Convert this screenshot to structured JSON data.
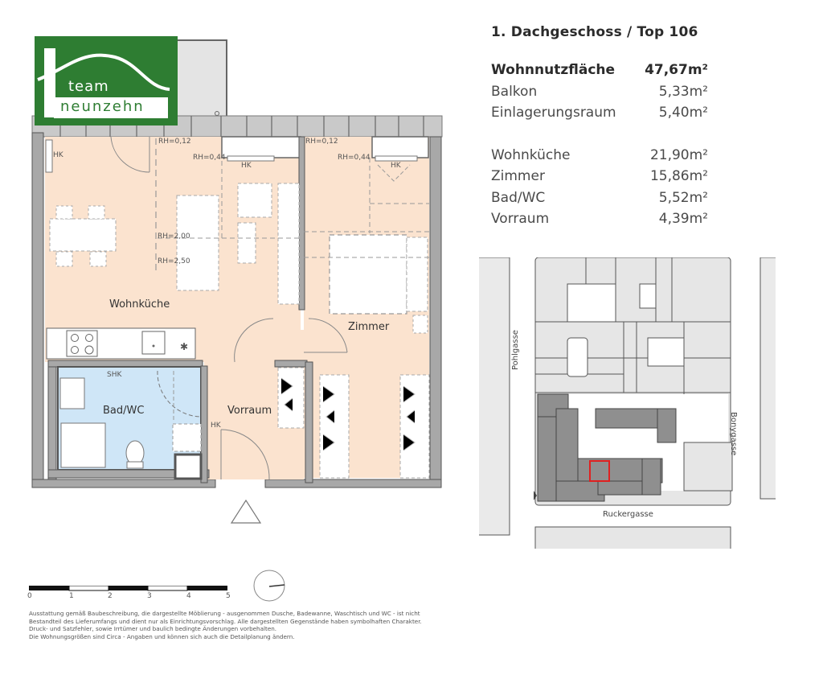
{
  "header": {
    "title": "1. Dachgeschoss / Top 106"
  },
  "logo": {
    "line1": "team",
    "line2": "neunzehn",
    "brand_color": "#2e7d32"
  },
  "areas": {
    "summary": [
      {
        "label": "Wohnnutzfläche",
        "value": "47,67m²",
        "bold": true
      },
      {
        "label": "Balkon",
        "value": "5,33m²"
      },
      {
        "label": "Einlagerungsraum",
        "value": "5,40m²"
      }
    ],
    "rooms": [
      {
        "label": "Wohnküche",
        "value": "21,90m²"
      },
      {
        "label": "Zimmer",
        "value": "15,86m²"
      },
      {
        "label": "Bad/WC",
        "value": "5,52m²"
      },
      {
        "label": "Vorraum",
        "value": "4,39m²"
      }
    ]
  },
  "floorplan": {
    "rooms": {
      "wohnkueche": "Wohnküche",
      "zimmer": "Zimmer",
      "bad": "Bad/WC",
      "vorraum": "Vorraum"
    },
    "annotations": {
      "hk1": "HK",
      "hk2": "HK",
      "hk3": "HK",
      "hk4": "HK",
      "shk": "SHK",
      "rh012a": "RH=0,12",
      "rh012b": "RH=0,12",
      "rh044a": "RH=0,44",
      "rh044b": "RH=0,44",
      "rh200": "RH=2,00",
      "rh250": "RH=2,50"
    },
    "colors": {
      "floor": "#fbe3cf",
      "bath": "#cfe6f7",
      "wall": "#9a9a9a",
      "balcony": "#c8c8c8"
    }
  },
  "site_plan": {
    "streets": {
      "west": "Pohlgasse",
      "east": "Bonygasse",
      "south": "Ruckergasse"
    },
    "highlight_color": "#e02020"
  },
  "scale_bar": {
    "ticks": [
      "0",
      "1",
      "2",
      "3",
      "4",
      "5"
    ]
  },
  "disclaimer": {
    "lines": [
      "Ausstattung gemäß Baubeschreibung, die dargestellte Möblierung - ausgenommen Dusche, Badewanne, Waschtisch und WC - ist nicht",
      "Bestandteil des Lieferumfangs und dient nur als Einrichtungsvorschlag. Alle dargestellten Gegenstände haben symbolhaften Charakter.",
      "Druck- und Satzfehler, sowie Irrtümer und baulich bedingte Änderungen vorbehalten.",
      "Die Wohnungsgrößen sind Circa - Angaben und können sich auch die Detailplanung ändern."
    ]
  }
}
